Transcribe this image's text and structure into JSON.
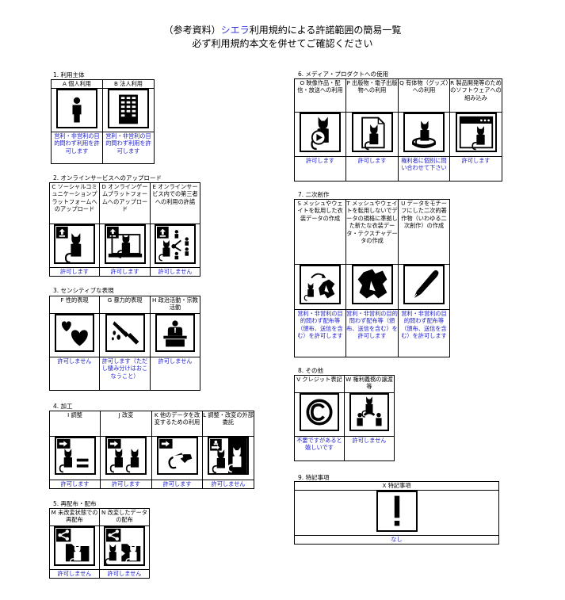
{
  "header": {
    "title_prefix": "（参考資料）",
    "title_accent": "シエラ",
    "title_suffix": "利用規約による許諾範囲の簡易一覧",
    "subtitle": "必ず利用規約本文を併せてご確認ください",
    "accent_color": "#3b3bd4"
  },
  "status_color": "#2222cc",
  "sections": [
    {
      "label": "1. 利用主体",
      "items": [
        {
          "header": "A 個人利用",
          "icon": "person-icon",
          "status": "営利・非営利の目的問わず利用を許可します"
        },
        {
          "header": "B 法人利用",
          "icon": "building-icon",
          "status": "営利・非営利の目的問わず利用を許可します"
        }
      ]
    },
    {
      "label": "2. オンラインサービスへのアップロード",
      "items": [
        {
          "header": "C ソーシャルコミュニケーションプラットフォームへのアップロード",
          "icon": "upload-social-icon",
          "status": "許可します"
        },
        {
          "header": "D オンラインゲームプラットフォームへのアップロード",
          "icon": "upload-game-icon",
          "status": "許可します"
        },
        {
          "header": "E オンラインサービス内での第三者への利用の許諾",
          "icon": "share-third-party-icon",
          "status": "許可しません"
        }
      ]
    },
    {
      "label": "3. センシティブな表現",
      "items": [
        {
          "header": "F 性的表現",
          "icon": "hearts-icon",
          "status": "許可しません"
        },
        {
          "header": "G 暴力的表現",
          "icon": "knife-icon",
          "status": "許可します（ただし棲み分けはおこなうこと）"
        },
        {
          "header": "H 政治活動・宗教活動",
          "icon": "podium-icon",
          "status": "許可しません"
        }
      ]
    },
    {
      "label": "4. 加工",
      "items": [
        {
          "header": "I 調整",
          "icon": "adjust-icon",
          "status": "許可します"
        },
        {
          "header": "J 改変",
          "icon": "modify-icon",
          "status": "許可します"
        },
        {
          "header": "K 他のデータを改変するための利用",
          "icon": "use-for-other-data-icon",
          "status": "許可します"
        },
        {
          "header": "L 調整・改変の外部委託",
          "icon": "outsource-icon",
          "status": "許可しません"
        }
      ]
    },
    {
      "label": "5. 再配布・配布",
      "items": [
        {
          "header": "M 未改変状態での再配布",
          "icon": "redistribute-icon",
          "status": "許可しません"
        },
        {
          "header": "N 改変したデータの配布",
          "icon": "distribute-modified-icon",
          "status": "許可しません"
        }
      ]
    },
    {
      "label": "6. メディア・プロダクトへの使用",
      "items": [
        {
          "header": "O 映像作品・配信・放送への利用",
          "icon": "video-icon",
          "status": "許可します"
        },
        {
          "header": "P 出版物・電子出版物への利用",
          "icon": "publication-icon",
          "status": "許可します"
        },
        {
          "header": "Q 有体物（グッズ）への利用",
          "icon": "goods-icon",
          "status": "権利者に個別に問い合わせて下さい"
        },
        {
          "header": "R 製品開発等のためのソフトウェアへの組み込み",
          "icon": "software-icon",
          "status": "許可します"
        }
      ]
    },
    {
      "label": "7. 二次創作",
      "items": [
        {
          "header": "S メッシュやウェイトを転用した衣装データの作成",
          "icon": "clothing-transfer-icon",
          "status": "営利・非営利の目的問わず配布等（頒布、送信を含む）を許可します"
        },
        {
          "header": "T メッシュやウェイトを転用しないでデータの規格に準拠した新たな衣装データ・テクスチャデータの作成",
          "icon": "clothing-icon",
          "status": "営利・非営利の目的問わず配布等（頒布、送信を含む）を許可します"
        },
        {
          "header": "U データをモチーフにした二次的著作物（いわゆる二次創作）の作成",
          "icon": "pen-icon",
          "status": "営利・非営利の目的問わず配布等（頒布、送信を含む）を許可します"
        }
      ]
    },
    {
      "label": "8. その他",
      "items": [
        {
          "header": "V クレジット表記",
          "icon": "copyright-icon",
          "status": "不要ですがあると嬉しいです"
        },
        {
          "header": "W 権利義務の譲渡等",
          "icon": "transfer-rights-icon",
          "status": "許可しません"
        }
      ]
    },
    {
      "label": "9. 特記事項",
      "items": [
        {
          "header": "X 特記事項",
          "icon": "exclamation-icon",
          "status": "なし"
        }
      ]
    }
  ]
}
